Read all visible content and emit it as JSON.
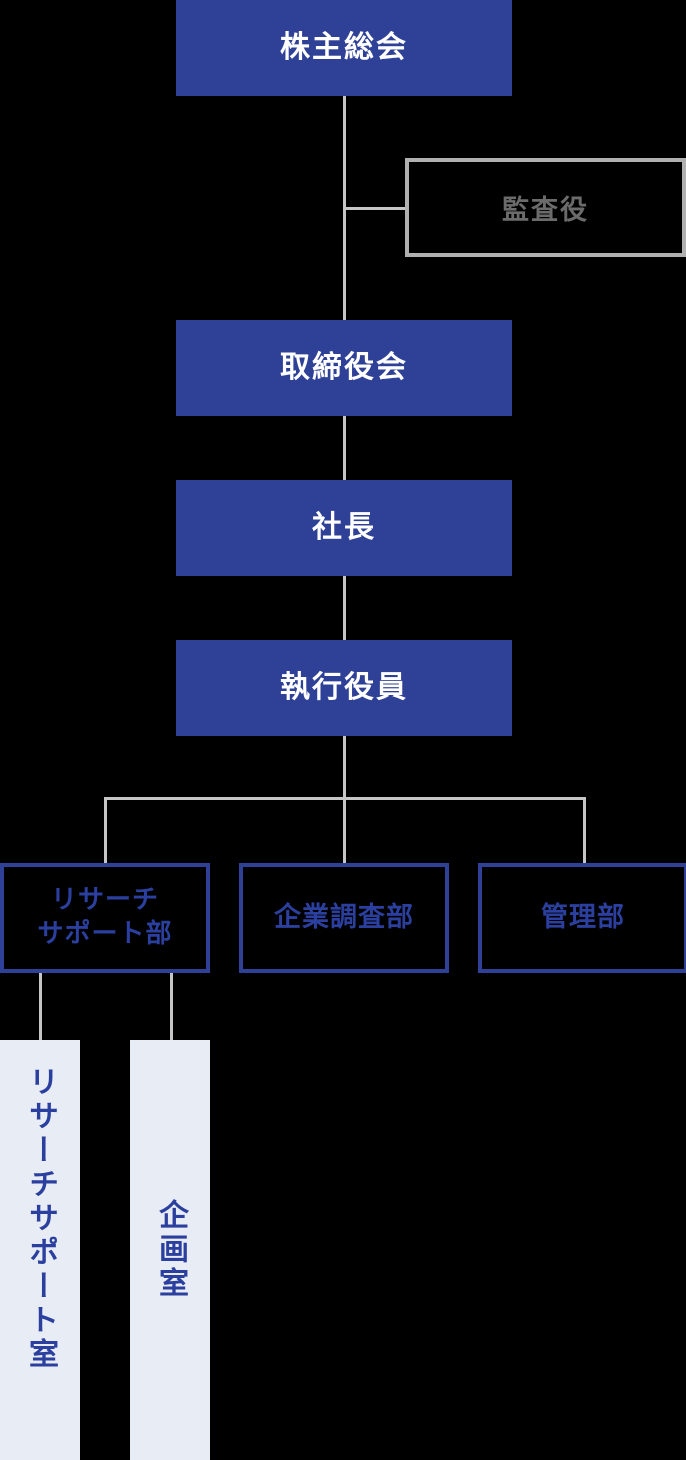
{
  "chart_data": {
    "type": "diagram",
    "title": "",
    "diagram_kind": "organization-chart",
    "orientation": "top-down",
    "nodes": [
      {
        "id": "shareholders",
        "label": "株主総会",
        "style": "solid-navy",
        "level": 0
      },
      {
        "id": "auditor",
        "label": "監査役",
        "style": "outline-gray",
        "level": 1
      },
      {
        "id": "board",
        "label": "取締役会",
        "style": "solid-navy",
        "level": 2
      },
      {
        "id": "president",
        "label": "社長",
        "style": "solid-navy",
        "level": 3
      },
      {
        "id": "executive",
        "label": "執行役員",
        "style": "solid-navy",
        "level": 4
      },
      {
        "id": "research-support-dept",
        "label": "リサーチサポート部",
        "label_line1": "リサーチ",
        "label_line2": "サポート部",
        "style": "outline-blue",
        "level": 5
      },
      {
        "id": "corporate-research-dept",
        "label": "企業調査部",
        "style": "outline-blue",
        "level": 5
      },
      {
        "id": "administration-dept",
        "label": "管理部",
        "style": "outline-blue",
        "level": 5
      },
      {
        "id": "research-support-office",
        "label": "リサーチサポート室",
        "style": "vertical-fill",
        "level": 6
      },
      {
        "id": "planning-office",
        "label": "企画室",
        "style": "vertical-fill",
        "level": 6
      }
    ],
    "edges": [
      {
        "from": "shareholders",
        "to": "auditor"
      },
      {
        "from": "shareholders",
        "to": "board"
      },
      {
        "from": "board",
        "to": "president"
      },
      {
        "from": "president",
        "to": "executive"
      },
      {
        "from": "executive",
        "to": "research-support-dept"
      },
      {
        "from": "executive",
        "to": "corporate-research-dept"
      },
      {
        "from": "executive",
        "to": "administration-dept"
      },
      {
        "from": "research-support-dept",
        "to": "research-support-office"
      },
      {
        "from": "research-support-dept",
        "to": "planning-office"
      }
    ]
  },
  "colors": {
    "background": "#000000",
    "node_fill_navy": "#2f4197",
    "node_text_white": "#ffffff",
    "node_outline_blue": "#2f4197",
    "node_text_blue": "#2b3f9e",
    "node_outline_gray": "#b0b0b0",
    "node_text_gray": "#6b6b6b",
    "vertical_node_fill": "#e8ecf5",
    "connector_line": "#c6c6c6"
  },
  "nodes": {
    "shareholders_meeting": "株主総会",
    "auditor": "監査役",
    "board_of_directors": "取締役会",
    "president": "社長",
    "executive_officers": "執行役員",
    "research_support_dept_line1": "リサーチ",
    "research_support_dept_line2": "サポート部",
    "corporate_research_dept": "企業調査部",
    "administration_dept": "管理部",
    "research_support_office": "リサーチサポート室",
    "planning_office": "企画室"
  }
}
